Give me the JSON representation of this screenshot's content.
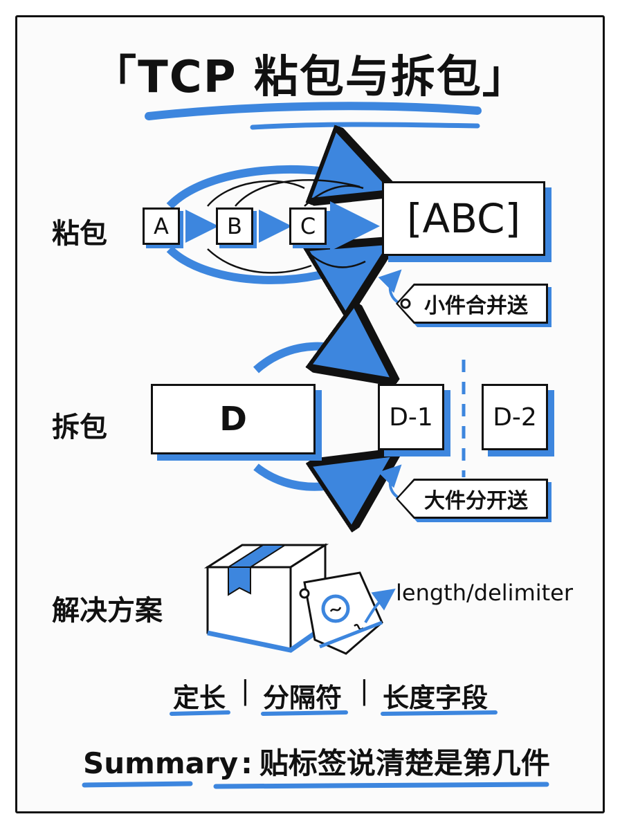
{
  "title": "「TCP 粘包与拆包」",
  "sticky": {
    "label": "粘包",
    "packets": [
      "A",
      "B",
      "C"
    ],
    "result": "[ABC]",
    "tag": "小件合并送"
  },
  "split": {
    "label": "拆包",
    "source": "D",
    "parts": [
      "D-1",
      "D-2"
    ],
    "tag": "大件分开送"
  },
  "solution": {
    "label": "解决方案",
    "annotation": "length/delimiter",
    "methods": [
      "定长",
      "分隔符",
      "长度字段"
    ],
    "separator": "|"
  },
  "summary": {
    "prefix": "Summary",
    "colon": ":",
    "text": "贴标签说清楚是第几件"
  },
  "colors": {
    "accent": "#3d86de",
    "ink": "#111111"
  }
}
